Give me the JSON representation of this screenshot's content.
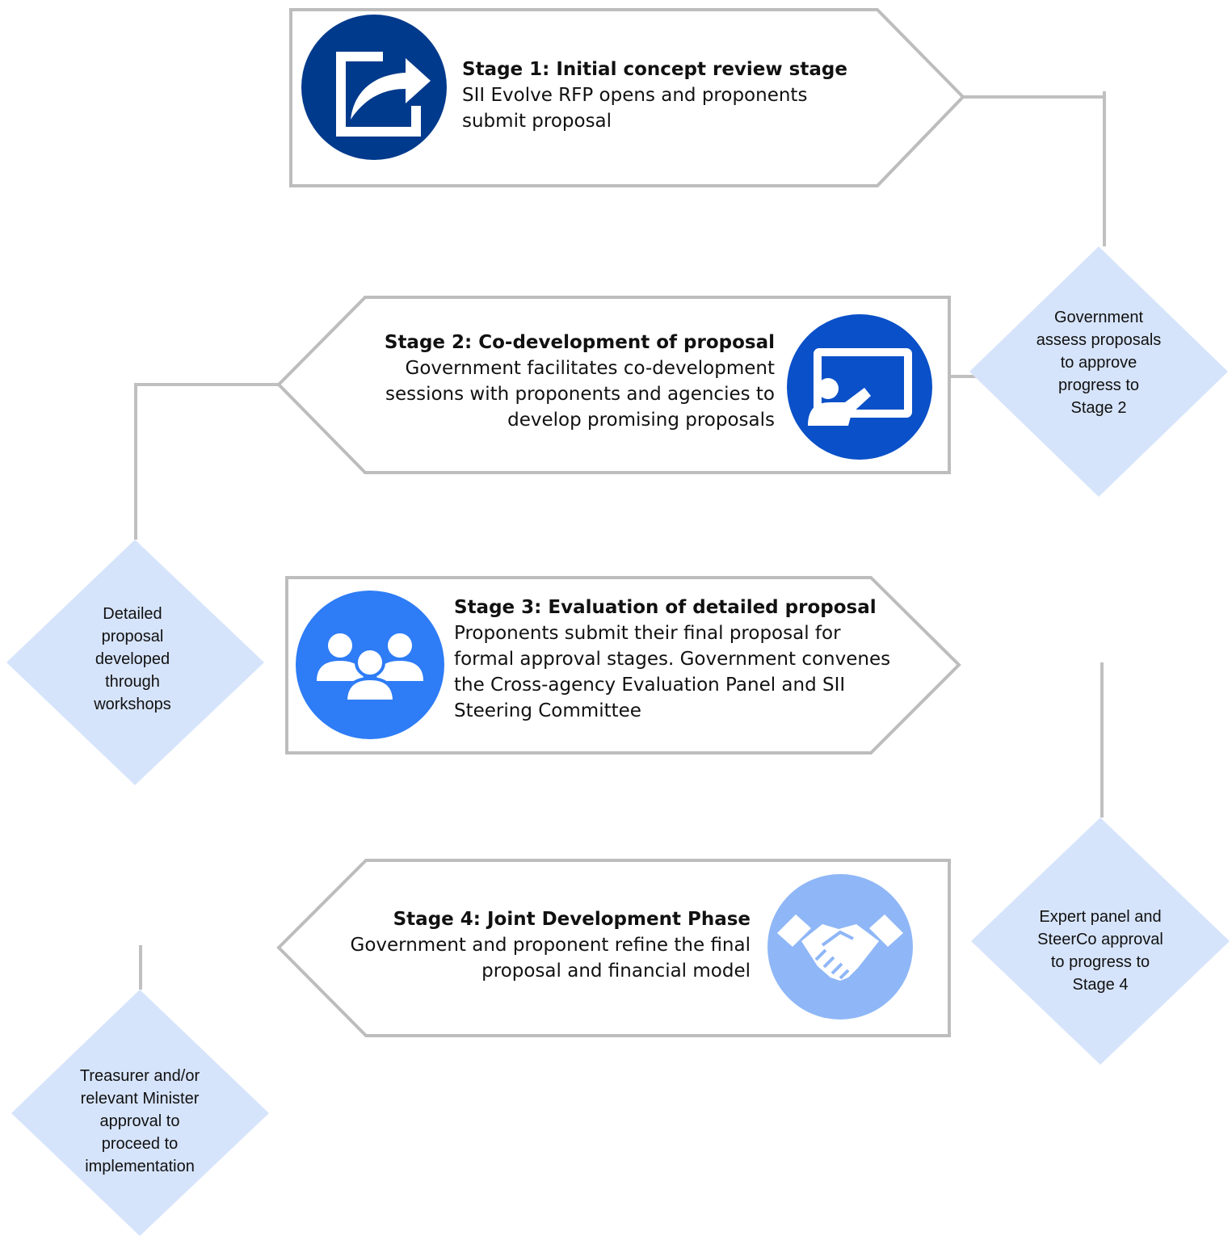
{
  "colors": {
    "line": "#c0c0c0",
    "box_border": "#bdbdbd",
    "diamond_fill": "#d6e4fb",
    "icon_stage1": "#003a8c",
    "icon_stage2": "#0a50c8",
    "icon_stage3": "#2e7cf6",
    "icon_stage4": "#8fb7f7"
  },
  "stages": [
    {
      "title": "Stage 1: Initial concept review stage",
      "desc_lines": [
        "SII Evolve RFP opens and proponents",
        "submit proposal"
      ],
      "icon": "share-export-icon"
    },
    {
      "title": "Stage 2: Co-development of proposal",
      "desc_lines": [
        "Government facilitates co-development",
        "sessions with proponents and agencies to",
        "develop promising proposals"
      ],
      "icon": "presentation-icon"
    },
    {
      "title": "Stage 3: Evaluation of detailed proposal",
      "desc_lines": [
        "Proponents submit their final proposal for",
        "formal approval stages. Government convenes",
        "the Cross-agency Evaluation Panel and SII",
        "Steering Committee"
      ],
      "icon": "team-icon"
    },
    {
      "title": "Stage 4: Joint Development Phase",
      "desc_lines": [
        "Government and proponent refine the final",
        "proposal and financial model"
      ],
      "icon": "handshake-icon"
    }
  ],
  "gates": [
    {
      "lines": [
        "Government",
        "assess proposals",
        "to approve",
        "progress to",
        "Stage 2"
      ]
    },
    {
      "lines": [
        "Detailed",
        "proposal",
        "developed",
        "through",
        "workshops"
      ]
    },
    {
      "lines": [
        "Expert panel and",
        "SteerCo approval",
        "to progress to",
        "Stage 4"
      ]
    },
    {
      "lines": [
        "Treasurer and/or",
        "relevant Minister",
        "approval to",
        "proceed to",
        "implementation"
      ]
    }
  ]
}
